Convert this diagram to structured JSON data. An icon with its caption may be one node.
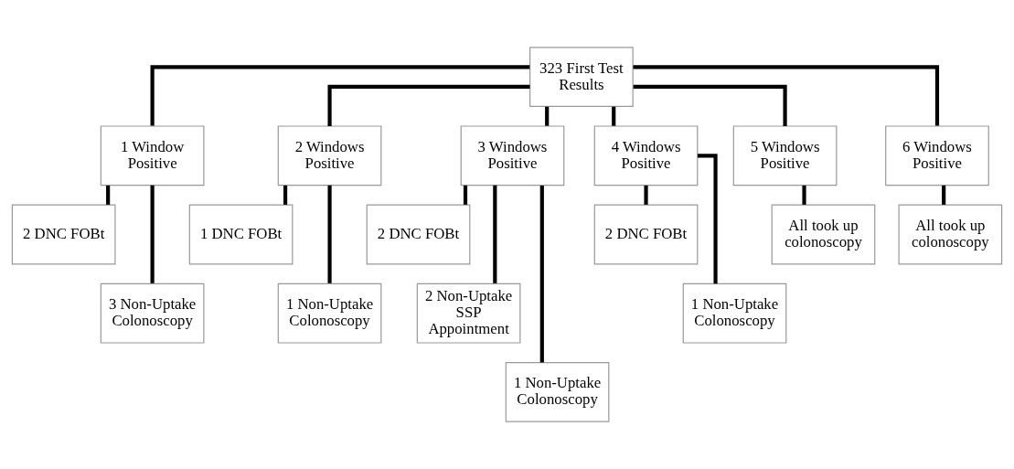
{
  "diagram": {
    "nodes": [
      {
        "text": [
          "323 First Test Results"
        ]
      },
      {
        "text": [
          "1 Window Positive"
        ]
      },
      {
        "text": [
          "2 Windows Positive"
        ]
      },
      {
        "text": [
          "3 Windows Positive"
        ]
      },
      {
        "text": [
          "4 Windows Positive"
        ]
      },
      {
        "text": [
          "5 Windows Positive"
        ]
      },
      {
        "text": [
          "6 Windows Positive"
        ]
      },
      {
        "text": [
          "2 DNC FOBt"
        ]
      },
      {
        "text": [
          "3 Non-Uptake Colonoscopy"
        ]
      },
      {
        "text": [
          "1 DNC FOBt"
        ]
      },
      {
        "text": [
          "1 Non-Uptake Colonoscopy"
        ]
      },
      {
        "text": [
          "2 DNC FOBt"
        ]
      },
      {
        "text": [
          "2 Non-Uptake SSP Appointment"
        ]
      },
      {
        "text": [
          "1 Non-Uptake Colonoscopy"
        ]
      },
      {
        "text": [
          "2 DNC FOBt"
        ]
      },
      {
        "text": [
          "1 Non-Uptake Colonoscopy"
        ]
      },
      {
        "text": [
          "All took up colonoscopy"
        ]
      },
      {
        "text": [
          "All took up colonoscopy"
        ]
      }
    ],
    "edges": [
      {
        "from": 0,
        "to": 1,
        "arrow": "none"
      },
      {
        "from": 0,
        "to": 2,
        "arrow": "none"
      },
      {
        "from": 0,
        "to": 3,
        "arrow": "none"
      },
      {
        "from": 0,
        "to": 4,
        "arrow": "none"
      },
      {
        "from": 0,
        "to": 5,
        "arrow": "none"
      },
      {
        "from": 0,
        "to": 6,
        "arrow": "none"
      },
      {
        "from": 1,
        "to": 7,
        "arrow": "none"
      },
      {
        "from": 1,
        "to": 8,
        "arrow": "none"
      },
      {
        "from": 2,
        "to": 9,
        "arrow": "none"
      },
      {
        "from": 2,
        "to": 10,
        "arrow": "none"
      },
      {
        "from": 3,
        "to": 11,
        "arrow": "none"
      },
      {
        "from": 3,
        "to": 12,
        "arrow": "none"
      },
      {
        "from": 3,
        "to": 13,
        "arrow": "none"
      },
      {
        "from": 4,
        "to": 14,
        "arrow": "none"
      },
      {
        "from": 4,
        "to": 15,
        "arrow": "none"
      },
      {
        "from": 5,
        "to": 16,
        "arrow": "none"
      },
      {
        "from": 6,
        "to": 17,
        "arrow": "none"
      }
    ]
  }
}
